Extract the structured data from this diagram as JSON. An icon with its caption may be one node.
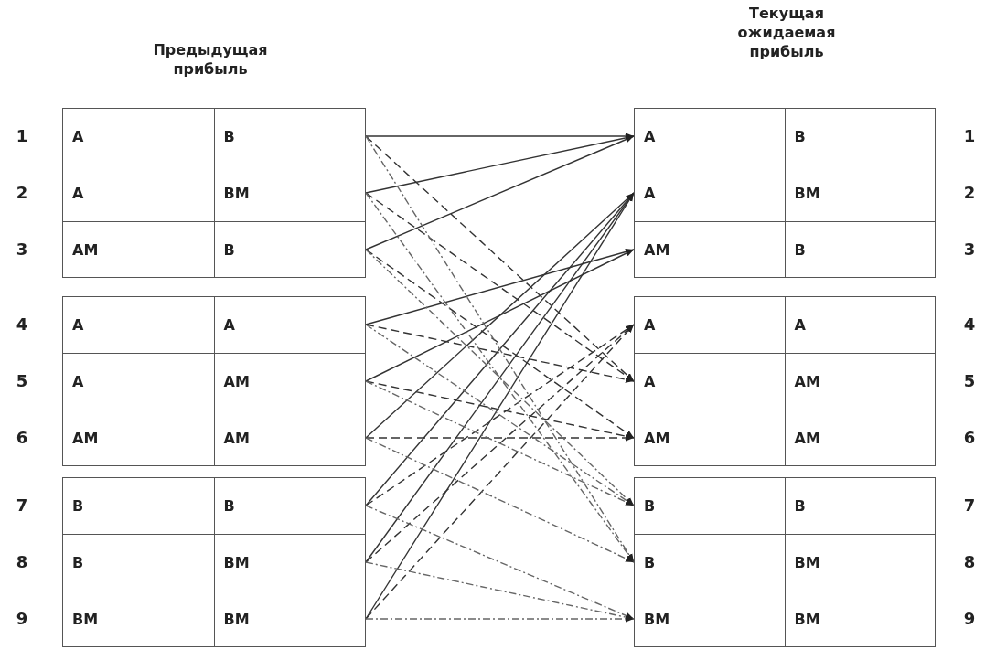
{
  "diagram": {
    "nodes": [
      {
        "text": [
          "A",
          "B"
        ],
        "beside": [
          "1"
        ]
      },
      {
        "text": [
          "A",
          "BM"
        ],
        "beside": [
          "2"
        ]
      },
      {
        "text": [
          "AM",
          "B"
        ],
        "beside": [
          "3"
        ]
      },
      {
        "text": [
          "A",
          "A"
        ],
        "beside": [
          "4"
        ]
      },
      {
        "text": [
          "A",
          "AM"
        ],
        "beside": [
          "5"
        ]
      },
      {
        "text": [
          "AM",
          "AM"
        ],
        "beside": [
          "6"
        ]
      },
      {
        "text": [
          "B",
          "B"
        ],
        "beside": [
          "7"
        ]
      },
      {
        "text": [
          "B",
          "BM"
        ],
        "beside": [
          "8"
        ]
      },
      {
        "text": [
          "BM",
          "BM"
        ],
        "beside": [
          "9"
        ]
      },
      {
        "text": [
          "A",
          "B"
        ],
        "beside": [
          "1"
        ]
      },
      {
        "text": [
          "A",
          "BM"
        ],
        "beside": [
          "2"
        ]
      },
      {
        "text": [
          "AM",
          "B"
        ],
        "beside": [
          "3"
        ]
      },
      {
        "text": [
          "A",
          "A"
        ],
        "beside": [
          "4"
        ]
      },
      {
        "text": [
          "A",
          "AM"
        ],
        "beside": [
          "5"
        ]
      },
      {
        "text": [
          "AM",
          "AM"
        ],
        "beside": [
          "6"
        ]
      },
      {
        "text": [
          "B",
          "B"
        ],
        "beside": [
          "7"
        ]
      },
      {
        "text": [
          "B",
          "BM"
        ],
        "beside": [
          "8"
        ]
      },
      {
        "text": [
          "BM",
          "BM"
        ],
        "beside": [
          "9"
        ]
      }
    ],
    "edges": [
      {
        "from": 0,
        "to": 9,
        "arrow": "to"
      },
      {
        "from": 1,
        "to": 9,
        "arrow": "to"
      },
      {
        "from": 2,
        "to": 9,
        "arrow": "to"
      },
      {
        "from": 3,
        "to": 11,
        "arrow": "to"
      },
      {
        "from": 4,
        "to": 11,
        "arrow": "to"
      },
      {
        "from": 5,
        "to": 10,
        "arrow": "to"
      },
      {
        "from": 6,
        "to": 10,
        "arrow": "to"
      },
      {
        "from": 7,
        "to": 10,
        "arrow": "to"
      },
      {
        "from": 8,
        "to": 10,
        "arrow": "to"
      },
      {
        "from": 0,
        "to": 13,
        "arrow": "to",
        "style": "dashed"
      },
      {
        "from": 1,
        "to": 13,
        "arrow": "to",
        "style": "dashed"
      },
      {
        "from": 3,
        "to": 13,
        "arrow": "to",
        "style": "dashed"
      },
      {
        "from": 2,
        "to": 14,
        "arrow": "to",
        "style": "dashed"
      },
      {
        "from": 4,
        "to": 14,
        "arrow": "to",
        "style": "dashed"
      },
      {
        "from": 5,
        "to": 14,
        "arrow": "to",
        "style": "dashed"
      },
      {
        "from": 6,
        "to": 12,
        "arrow": "to",
        "style": "dashed"
      },
      {
        "from": 7,
        "to": 12,
        "arrow": "to",
        "style": "dashed"
      },
      {
        "from": 8,
        "to": 12,
        "arrow": "to",
        "style": "dashed"
      },
      {
        "from": 0,
        "to": 16,
        "arrow": "to",
        "style": "dashed",
        "color": "#666666"
      },
      {
        "from": 1,
        "to": 16,
        "arrow": "to",
        "style": "dashed",
        "color": "#666666"
      },
      {
        "from": 2,
        "to": 15,
        "arrow": "to",
        "style": "dashed",
        "color": "#666666"
      },
      {
        "from": 3,
        "to": 15,
        "arrow": "to",
        "style": "dashed",
        "color": "#666666"
      },
      {
        "from": 4,
        "to": 15,
        "arrow": "to",
        "style": "dashed",
        "color": "#666666"
      },
      {
        "from": 5,
        "to": 16,
        "arrow": "to",
        "style": "dashed",
        "color": "#666666"
      },
      {
        "from": 6,
        "to": 17,
        "arrow": "to",
        "style": "dashed",
        "color": "#666666"
      },
      {
        "from": 7,
        "to": 17,
        "arrow": "to",
        "style": "dashed",
        "color": "#666666"
      },
      {
        "from": 8,
        "to": 17,
        "arrow": "to",
        "style": "dashed",
        "color": "#666666"
      }
    ],
    "labels": [
      "Предыдущая прибыль",
      "Текущая ожидаемая прибыль"
    ]
  }
}
